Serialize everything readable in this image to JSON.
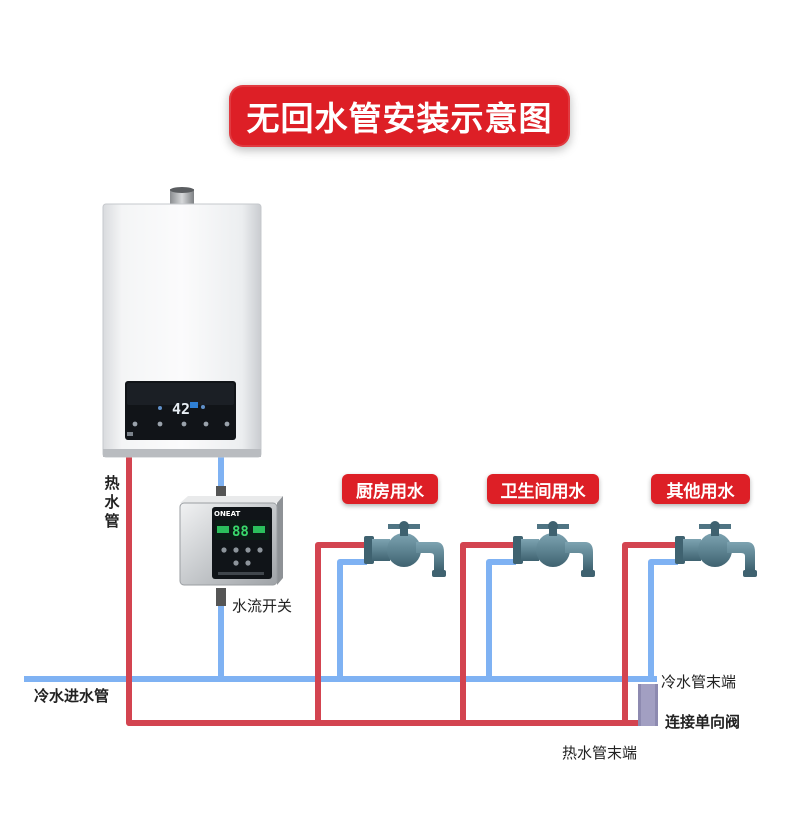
{
  "title": "无回水管安装示意图",
  "heater": {
    "display_value": "42",
    "pipe_label": "热水管"
  },
  "flow_switch": {
    "brand": "ONEAT",
    "display_value": "88",
    "label": "水流开关"
  },
  "outlets": [
    {
      "label": "厨房用水"
    },
    {
      "label": "卫生间用水"
    },
    {
      "label": "其他用水"
    }
  ],
  "pipe_labels": {
    "cold_inlet": "冷水进水管",
    "cold_end": "冷水管末端",
    "check_valve": "连接单向阀",
    "hot_end": "热水管末端"
  },
  "colors": {
    "hot_pipe": "#d34450",
    "cold_pipe": "#7fb2f3",
    "accent_red": "#dd1f26",
    "faucet": "#5e8492"
  }
}
